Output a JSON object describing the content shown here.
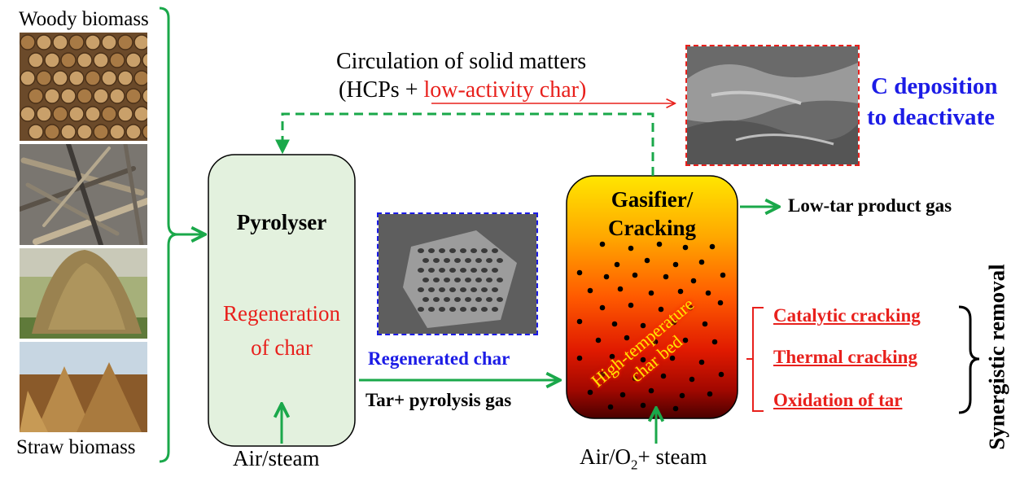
{
  "biomass": {
    "woody_label": "Woody biomass",
    "straw_label": "Straw biomass"
  },
  "circulation": {
    "line1": "Circulation of solid matters",
    "line2_prefix": "(HCPs + ",
    "line2_highlight": "low-activity char",
    "line2_suffix": ")"
  },
  "deposition": {
    "line1": "C deposition",
    "line2": "to deactivate"
  },
  "pyrolyser": {
    "title": "Pyrolyser",
    "regen_line1": "Regeneration",
    "regen_line2": "of char",
    "input_label": "Air/steam"
  },
  "transfer": {
    "regenerated_char": "Regenerated char",
    "tar_gas": "Tar+ pyrolysis gas"
  },
  "gasifier": {
    "title_line1": "Gasifier/",
    "title_line2": "Cracking",
    "bed_line1": "High-temperature",
    "bed_line2": "char bed",
    "input_prefix": "Air/O",
    "input_sub": "2",
    "input_suffix": "+ steam"
  },
  "output": {
    "product_gas": "Low-tar product gas"
  },
  "removal": {
    "items": [
      "Catalytic cracking",
      "Thermal cracking",
      "Oxidation of tar"
    ],
    "group_label": "Synergistic removal"
  },
  "colors": {
    "green_arrow": "#1aa84a",
    "red_text": "#e8201c",
    "blue_text": "#1c1ce6",
    "pyrolyser_fill": "#e3f1de",
    "gasifier_top": "#ffe400",
    "gasifier_bottom": "#5a0000"
  }
}
